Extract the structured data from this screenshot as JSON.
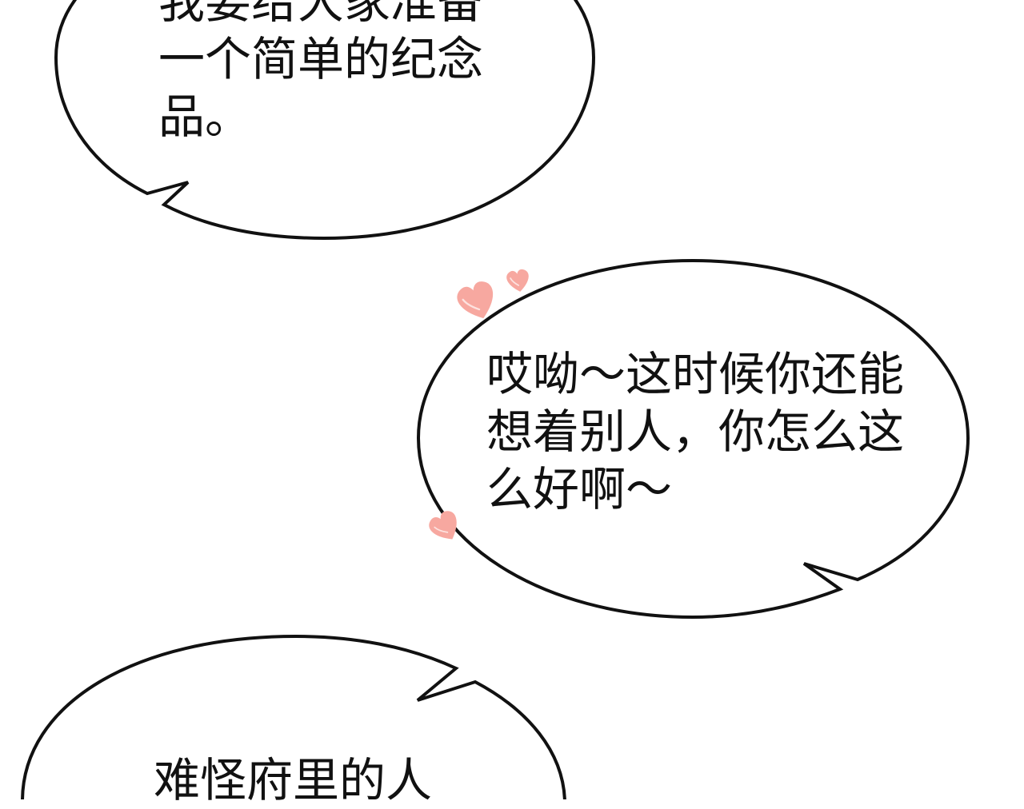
{
  "bubbles": [
    {
      "lines": [
        "我要给大家准备",
        "一个简单的纪念",
        "品。"
      ]
    },
    {
      "lines": [
        "哎呦～这时候你还能",
        "想着别人，你怎么这",
        "么好啊～"
      ]
    },
    {
      "lines": [
        "难怪府里的人"
      ]
    }
  ],
  "colors": {
    "background": "#ffffff",
    "outline": "#111111",
    "text": "#111111",
    "heart": "#f7a8a0",
    "heart_highlight": "#fde2df"
  },
  "decorations": [
    "heart-icon",
    "heart-icon",
    "heart-icon"
  ]
}
